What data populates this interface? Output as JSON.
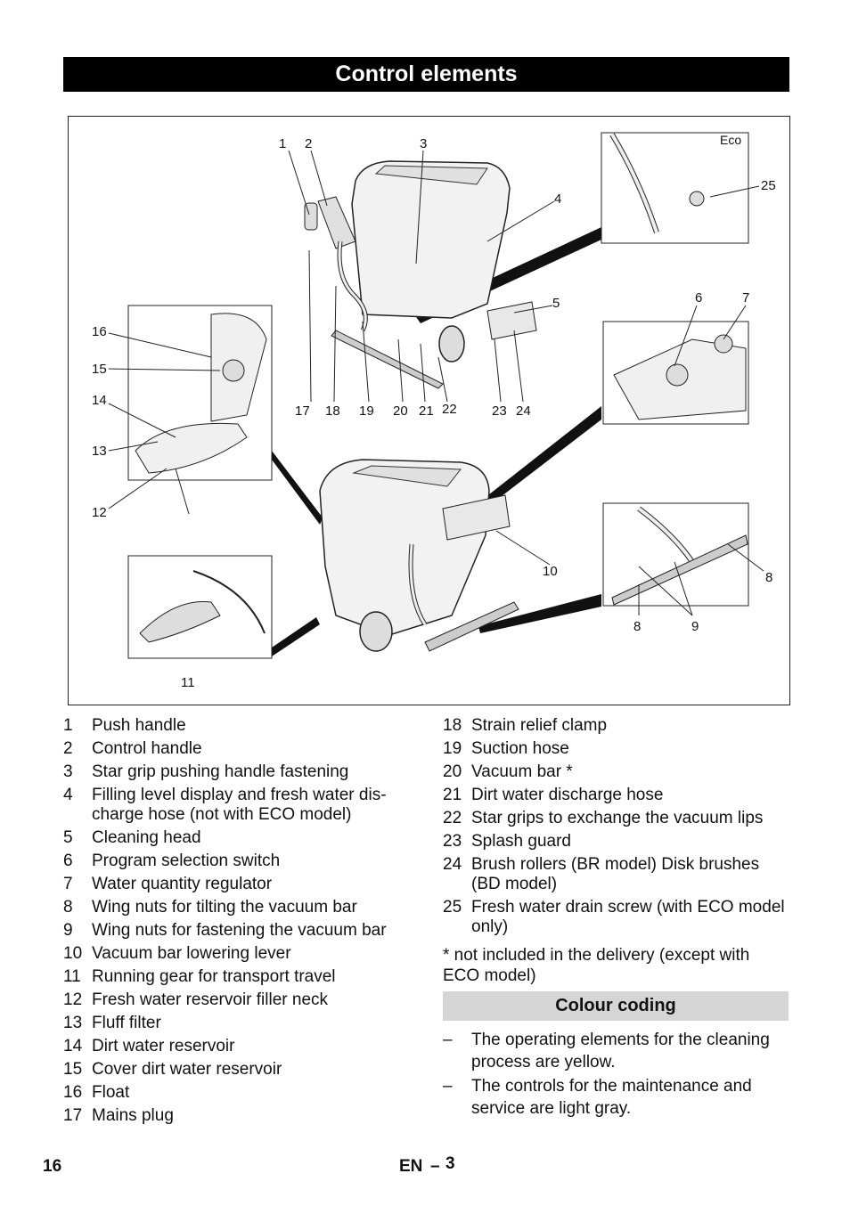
{
  "header": {
    "title": "Control elements"
  },
  "figure": {
    "callouts": {
      "c1": "1",
      "c2": "2",
      "c3": "3",
      "c4": "4",
      "c5": "5",
      "c6": "6",
      "c7": "7",
      "c8a": "8",
      "c8b": "8",
      "c9": "9",
      "c10": "10",
      "c11": "11",
      "c12": "12",
      "c13": "13",
      "c14": "14",
      "c15": "15",
      "c16": "16",
      "c17": "17",
      "c18": "18",
      "c19": "19",
      "c20": "20",
      "c21": "21",
      "c22": "22",
      "c23": "23",
      "c24": "24",
      "c25": "25",
      "eco": "Eco"
    }
  },
  "items_left": [
    {
      "num": "1",
      "text": "Push handle"
    },
    {
      "num": "2",
      "text": "Control handle"
    },
    {
      "num": "3",
      "text": "Star grip pushing handle fastening"
    },
    {
      "num": "4",
      "text": "Filling level display and fresh water dis-charge hose (not with ECO model)"
    },
    {
      "num": "5",
      "text": "Cleaning head"
    },
    {
      "num": "6",
      "text": "Program selection switch"
    },
    {
      "num": "7",
      "text": "Water quantity regulator"
    },
    {
      "num": "8",
      "text": "Wing nuts for tilting the vacuum bar"
    },
    {
      "num": "9",
      "text": "Wing nuts for fastening the vacuum bar"
    },
    {
      "num": "10",
      "text": "Vacuum bar lowering lever"
    },
    {
      "num": "11",
      "text": "Running gear for transport travel"
    },
    {
      "num": "12",
      "text": "Fresh water reservoir filler neck"
    },
    {
      "num": "13",
      "text": "Fluff filter"
    },
    {
      "num": "14",
      "text": "Dirt water reservoir"
    },
    {
      "num": "15",
      "text": "Cover dirt water reservoir"
    },
    {
      "num": "16",
      "text": "Float"
    },
    {
      "num": "17",
      "text": "Mains plug"
    }
  ],
  "items_right": [
    {
      "num": "18",
      "text": "Strain relief clamp"
    },
    {
      "num": "19",
      "text": "Suction hose"
    },
    {
      "num": "20",
      "text": "Vacuum bar *"
    },
    {
      "num": "21",
      "text": "Dirt water discharge hose"
    },
    {
      "num": "22",
      "text": "Star grips to exchange the vacuum lips"
    },
    {
      "num": "23",
      "text": "Splash guard"
    },
    {
      "num": "24",
      "text": "Brush rollers (BR model) Disk brushes (BD model)"
    },
    {
      "num": "25",
      "text": "Fresh water drain screw (with ECO model only)"
    }
  ],
  "note": "* not included in the delivery (except with ECO model)",
  "colour_coding": {
    "heading": "Colour coding",
    "bullets": [
      "The operating elements for the cleaning process are yellow.",
      "The controls for the maintenance and service are light gray."
    ],
    "dash": "–"
  },
  "footer": {
    "page": "16",
    "lang": "EN",
    "dash": "–",
    "sub": "3"
  }
}
